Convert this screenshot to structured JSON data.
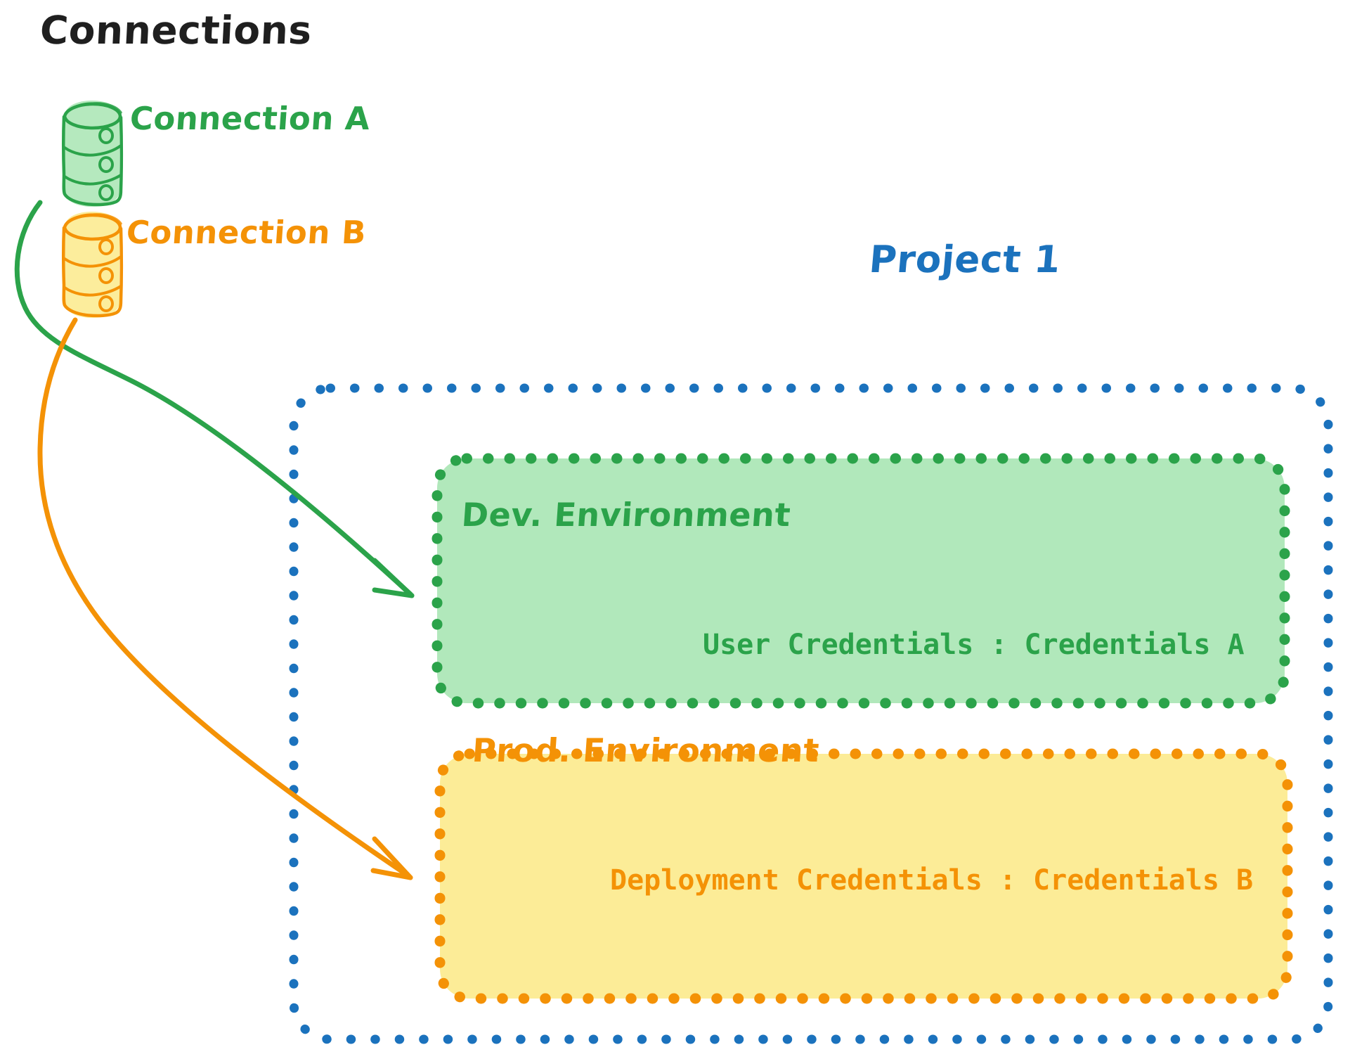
{
  "diagram": {
    "title": "Connections",
    "colors": {
      "green_stroke": "#2ba34a",
      "green_fill": "#b1e8bb",
      "orange_stroke": "#f49206",
      "orange_fill": "#fcec97",
      "blue_stroke": "#1b72bd",
      "title_color": "#1f1f1f",
      "background": "#ffffff"
    },
    "connections": [
      {
        "label": "Connection A",
        "icon": "database-icon",
        "color": "#2ba34a",
        "target": "Dev. Environment"
      },
      {
        "label": "Connection B",
        "icon": "database-icon",
        "color": "#f49206",
        "target": "Prod. Environment"
      }
    ],
    "project": {
      "label": "Project 1",
      "color": "#1b72bd",
      "border_style": "dotted",
      "environments": [
        {
          "name": "Dev. Environment",
          "color": "#2ba34a",
          "fill": "#b1e8bb",
          "credential_line": "User Credentials : Credentials A",
          "credential_key": "User Credentials",
          "credential_value": "Credentials A"
        },
        {
          "name": "Prod. Environment",
          "color": "#f49206",
          "fill": "#fcec97",
          "credential_line": "Deployment Credentials : Credentials B",
          "credential_key": "Deployment Credentials",
          "credential_value": "Credentials B"
        }
      ]
    }
  }
}
